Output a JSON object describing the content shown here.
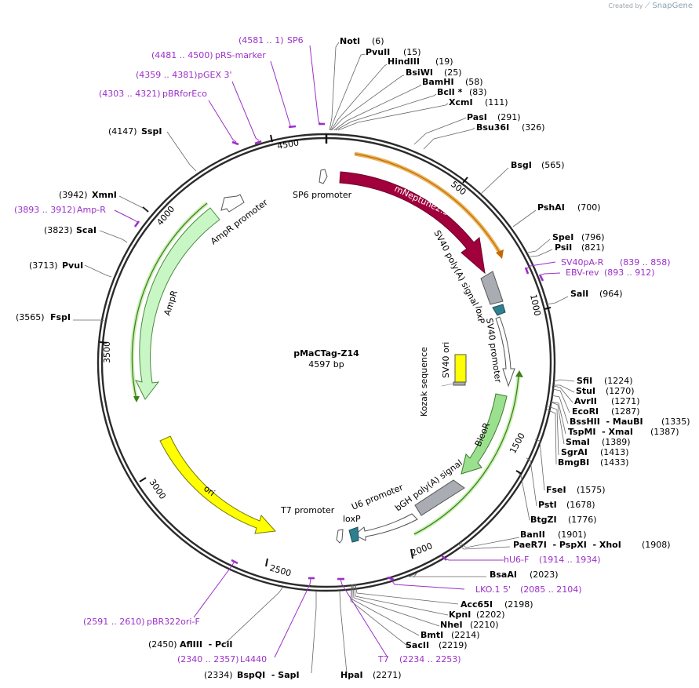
{
  "brand": {
    "created_by": "Created by",
    "name": "SnapGene"
  },
  "plasmid": {
    "name": "pMaCTag-Z14",
    "length": "4597 bp"
  },
  "ruler": [
    "500",
    "1000",
    "1500",
    "2000",
    "2500",
    "3000",
    "3500",
    "4000",
    "4500"
  ],
  "features": {
    "mneptune": "mNeptune2.5",
    "sv40pa": "SV40 poly(A) signal",
    "loxp1": "loxP",
    "sv40prom": "SV40 promoter",
    "sv40ori": "SV40 ori",
    "kozak": "Kozak sequence",
    "bleor": "BleoR",
    "bgh": "bGH poly(A) signal",
    "u6": "U6 promoter",
    "loxp2": "loxP",
    "t7prom": "T7 promoter",
    "ori": "ori",
    "ampr": "AmpR",
    "amprprom": "AmpR promoter",
    "sp6prom": "SP6 promoter"
  },
  "sites": [
    {
      "name": "NotI",
      "pos": "(6)"
    },
    {
      "name": "PvuII",
      "pos": "(15)"
    },
    {
      "name": "HindIII",
      "pos": "(19)"
    },
    {
      "name": "BsiWI",
      "pos": "(25)"
    },
    {
      "name": "BamHI",
      "pos": "(58)"
    },
    {
      "name": "BclI *",
      "pos": "(83)"
    },
    {
      "name": "XcmI",
      "pos": "(111)"
    },
    {
      "name": "PasI",
      "pos": "(291)"
    },
    {
      "name": "Bsu36I",
      "pos": "(326)"
    },
    {
      "name": "BsgI",
      "pos": "(565)"
    },
    {
      "name": "PshAI",
      "pos": "(700)"
    },
    {
      "name": "SpeI",
      "pos": "(796)"
    },
    {
      "name": "PsiI",
      "pos": "(821)"
    },
    {
      "name": "SalI",
      "pos": "(964)"
    },
    {
      "name": "SfiI",
      "pos": "(1224)"
    },
    {
      "name": "StuI",
      "pos": "(1270)"
    },
    {
      "name": "AvrII",
      "pos": "(1271)"
    },
    {
      "name": "EcoRI",
      "pos": "(1287)"
    },
    {
      "name": "BssHII  - MauBI",
      "pos": "(1335)"
    },
    {
      "name": "TspMI  - XmaI",
      "pos": "(1387)"
    },
    {
      "name": "SmaI",
      "pos": "(1389)"
    },
    {
      "name": "SgrAI",
      "pos": "(1413)"
    },
    {
      "name": "BmgBI",
      "pos": "(1433)"
    },
    {
      "name": "FseI",
      "pos": "(1575)"
    },
    {
      "name": "PstI",
      "pos": "(1678)"
    },
    {
      "name": "BtgZI",
      "pos": "(1776)"
    },
    {
      "name": "BanII",
      "pos": "(1901)"
    },
    {
      "name": "PaeR7I  - PspXI  - XhoI",
      "pos": "(1908)"
    },
    {
      "name": "BsaAI",
      "pos": "(2023)"
    },
    {
      "name": "Acc65I",
      "pos": "(2198)"
    },
    {
      "name": "KpnI",
      "pos": "(2202)"
    },
    {
      "name": "NheI",
      "pos": "(2210)"
    },
    {
      "name": "BmtI",
      "pos": "(2214)"
    },
    {
      "name": "SacII",
      "pos": "(2219)"
    },
    {
      "name": "HpaI",
      "pos": "(2271)"
    },
    {
      "name": "BspQI  - SapI",
      "pos": "(2334)"
    },
    {
      "name": "AflIII  - PciI",
      "pos": "(2450)"
    },
    {
      "name": "FspI",
      "pos": "(3565)"
    },
    {
      "name": "PvuI",
      "pos": "(3713)"
    },
    {
      "name": "ScaI",
      "pos": "(3823)"
    },
    {
      "name": "XmnI",
      "pos": "(3942)"
    },
    {
      "name": "SspI",
      "pos": "(4147)"
    }
  ],
  "primers": [
    {
      "range": "(839 .. 858)",
      "name": "SV40pA-R"
    },
    {
      "range": "(893 .. 912)",
      "name": "EBV-rev"
    },
    {
      "range": "(1914 .. 1934)",
      "name": "hU6-F"
    },
    {
      "range": "(2085 .. 2104)",
      "name": "LKO.1 5'"
    },
    {
      "range": "(2234 .. 2253)",
      "name": "T7"
    },
    {
      "range": "(2340 .. 2357)",
      "name": "L4440"
    },
    {
      "range": "(2591 .. 2610)",
      "name": "pBR322ori-F"
    },
    {
      "range": "(3893 .. 3912)",
      "name": "Amp-R"
    },
    {
      "range": "(4303 .. 4321)",
      "name": "pBRforEco"
    },
    {
      "range": "(4359 .. 4381)",
      "name": "pGEX 3'"
    },
    {
      "range": "(4481 .. 4500)",
      "name": "pRS-marker"
    },
    {
      "range": "(4581 .. 1)",
      "name": "SP6"
    }
  ],
  "colors": {
    "mneptune": "#a1003c",
    "orange_glow": "#e39b26",
    "green_glow": "#3f7f1b",
    "ampr_fill": "#c8f7c5",
    "bleor_fill": "#9be08e",
    "yellow": "#ffff00",
    "gray_box": "#a9adb3",
    "teal": "#2f7f8f",
    "primer": "#9b30c8"
  }
}
